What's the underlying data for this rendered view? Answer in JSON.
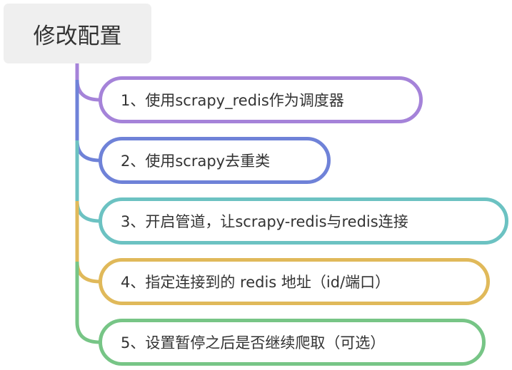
{
  "root": {
    "label": "修改配置",
    "background": "#efefef"
  },
  "nodes": [
    {
      "label": "1、使用scrapy_redis作为调度器",
      "color": "#a583d9"
    },
    {
      "label": "2、使用scrapy去重类",
      "color": "#6f82d8"
    },
    {
      "label": "3、开启管道，让scrapy-redis与redis连接",
      "color": "#6cc2c2"
    },
    {
      "label": "4、指定连接到的 redis 地址（id/端口）",
      "color": "#e0b95a"
    },
    {
      "label": "5、设置暂停之后是否继续爬取（可选）",
      "color": "#77c586"
    }
  ]
}
